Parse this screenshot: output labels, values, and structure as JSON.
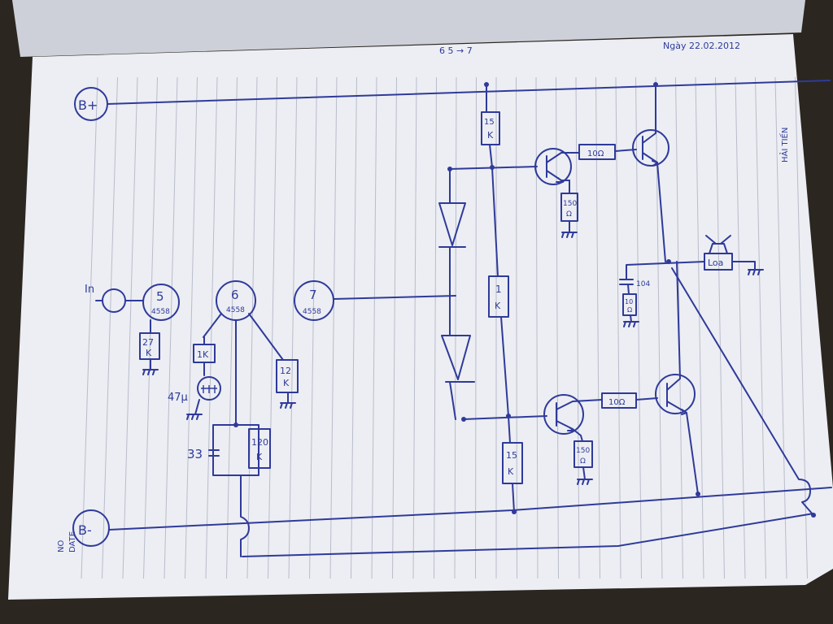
{
  "rails": {
    "positive": "B+",
    "negative": "B-"
  },
  "header": {
    "date": "Ngày 22.02.2012",
    "top_note": "6 5 → 7",
    "brand": "HẢI TIẾN"
  },
  "footer_labels": {
    "no": "NO",
    "date": "DATE"
  },
  "input": {
    "label": "In"
  },
  "opamps": [
    {
      "id": "5",
      "part": "4558"
    },
    {
      "id": "6",
      "part": "4558"
    },
    {
      "id": "7",
      "part": "4558"
    }
  ],
  "components": {
    "r_27k": {
      "value": "27",
      "unit": "K"
    },
    "r_1k": {
      "value": "1K"
    },
    "c_47u": {
      "value": "47µ"
    },
    "r_12k": {
      "value": "12",
      "unit": "K"
    },
    "c_33": {
      "value": "33"
    },
    "r_120k": {
      "value": "120",
      "unit": "K"
    },
    "r_15k_top": {
      "value": "15",
      "unit": "K"
    },
    "r_1k_mid": {
      "value": "1",
      "unit": "K"
    },
    "r_15k_bot": {
      "value": "15",
      "unit": "K"
    },
    "r_10_top": {
      "value": "10Ω"
    },
    "r_10_bot": {
      "value": "10Ω"
    },
    "r_150_top": {
      "value": "150",
      "unit": "Ω"
    },
    "r_150_bot": {
      "value": "150",
      "unit": "Ω"
    },
    "c_104": {
      "value": "104"
    },
    "r_10_zobel": {
      "value": "10",
      "unit": "Ω"
    },
    "speaker": {
      "label": "Loa"
    }
  }
}
